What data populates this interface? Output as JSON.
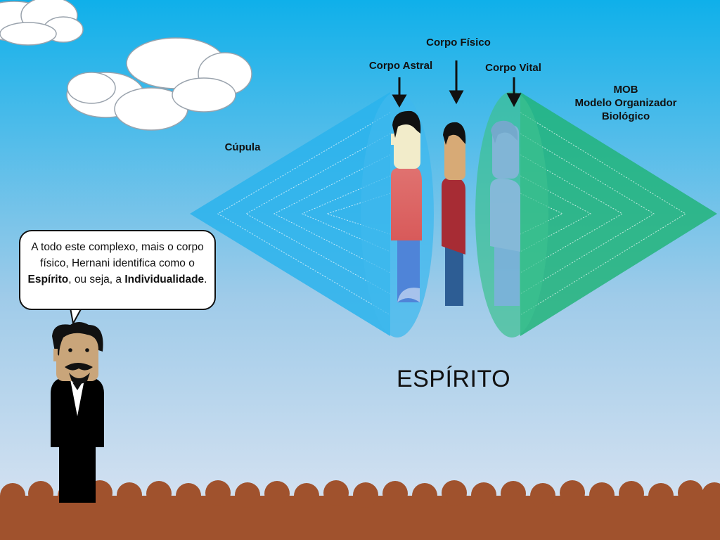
{
  "labels": {
    "corpo_fisico": "Corpo Físico",
    "corpo_astral": "Corpo Astral",
    "corpo_vital": "Corpo Vital",
    "cupula": "Cúpula",
    "mob_line1": "MOB",
    "mob_line2": "Modelo Organizador",
    "mob_line3": "Biológico"
  },
  "title": "ESPÍRITO",
  "speech": {
    "part1": "A todo este complexo, mais o corpo físico, Hernani identifica como o ",
    "bold1": "Espírito",
    "part2": ", ou seja, a ",
    "bold2": "Individualidade",
    "part3": "."
  },
  "colors": {
    "sky_top": "#0fb0ea",
    "sky_bottom": "#dce4f2",
    "ground": "#a0522d",
    "cupula_fill": "#2ab3ec",
    "mob_fill": "#22b47a"
  }
}
